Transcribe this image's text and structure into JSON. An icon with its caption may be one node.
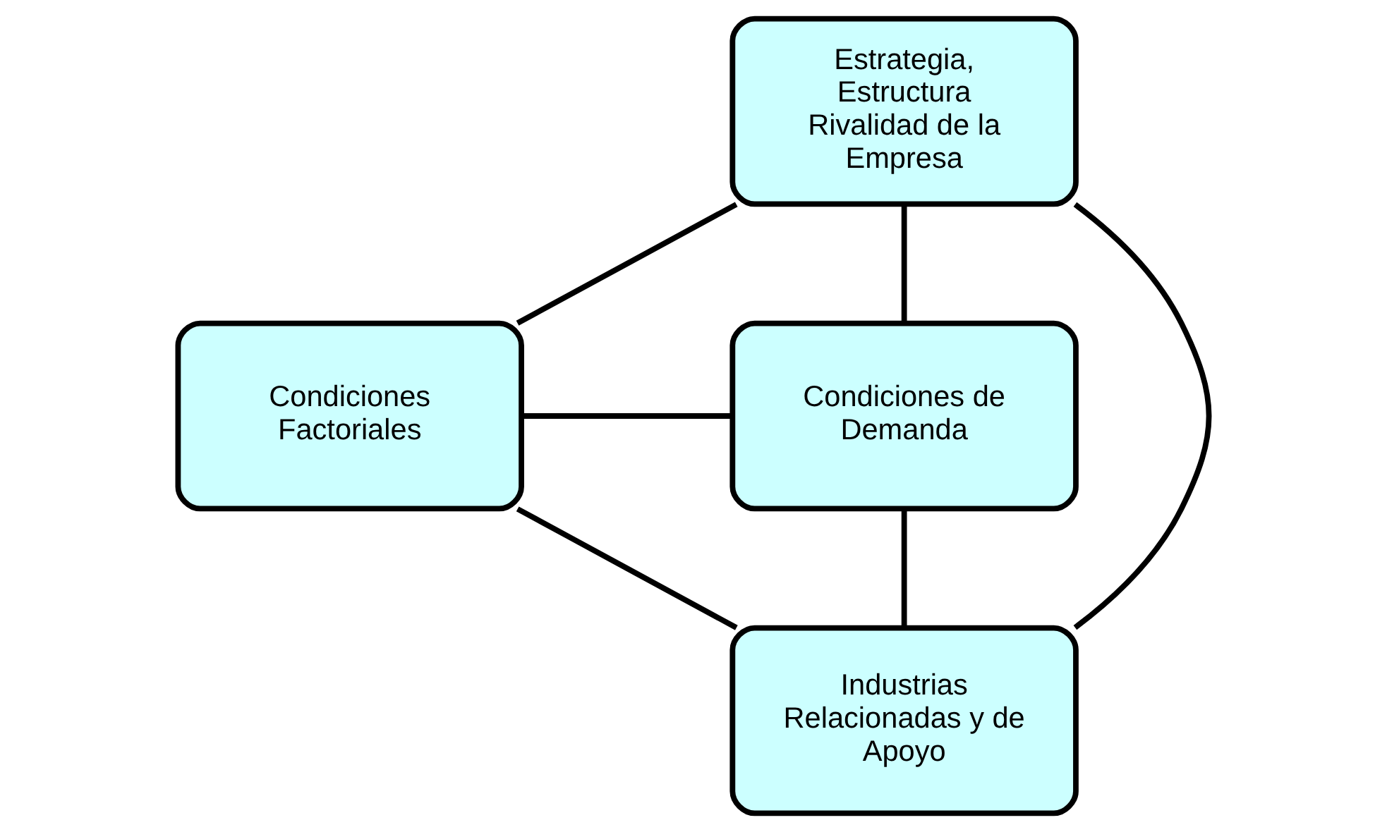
{
  "diagram": {
    "nodes": [
      {
        "text": [
          "Estrategia, Estructura Rivalidad de la Empresa"
        ]
      },
      {
        "text": [
          "Condiciones Factoriales"
        ]
      },
      {
        "text": [
          "Condiciones de Demanda"
        ]
      },
      {
        "text": [
          "Industrias Relacionadas y de Apoyo"
        ]
      }
    ],
    "edges": [
      {
        "from": 0,
        "to": 1,
        "arrow": "none"
      },
      {
        "from": 0,
        "to": 2,
        "arrow": "none"
      },
      {
        "from": 0,
        "to": 3,
        "arrow": "none"
      },
      {
        "from": 1,
        "to": 2,
        "arrow": "none"
      },
      {
        "from": 1,
        "to": 3,
        "arrow": "none"
      },
      {
        "from": 2,
        "to": 3,
        "arrow": "none"
      }
    ]
  }
}
